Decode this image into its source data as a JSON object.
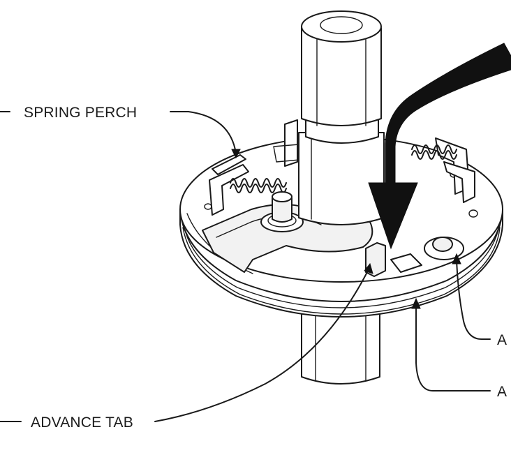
{
  "diagram": {
    "labels": {
      "spring_perch": "SPRING PERCH",
      "advance_tab": "ADVANCE TAB",
      "callout_right_1": "A",
      "callout_right_2": "A"
    }
  }
}
